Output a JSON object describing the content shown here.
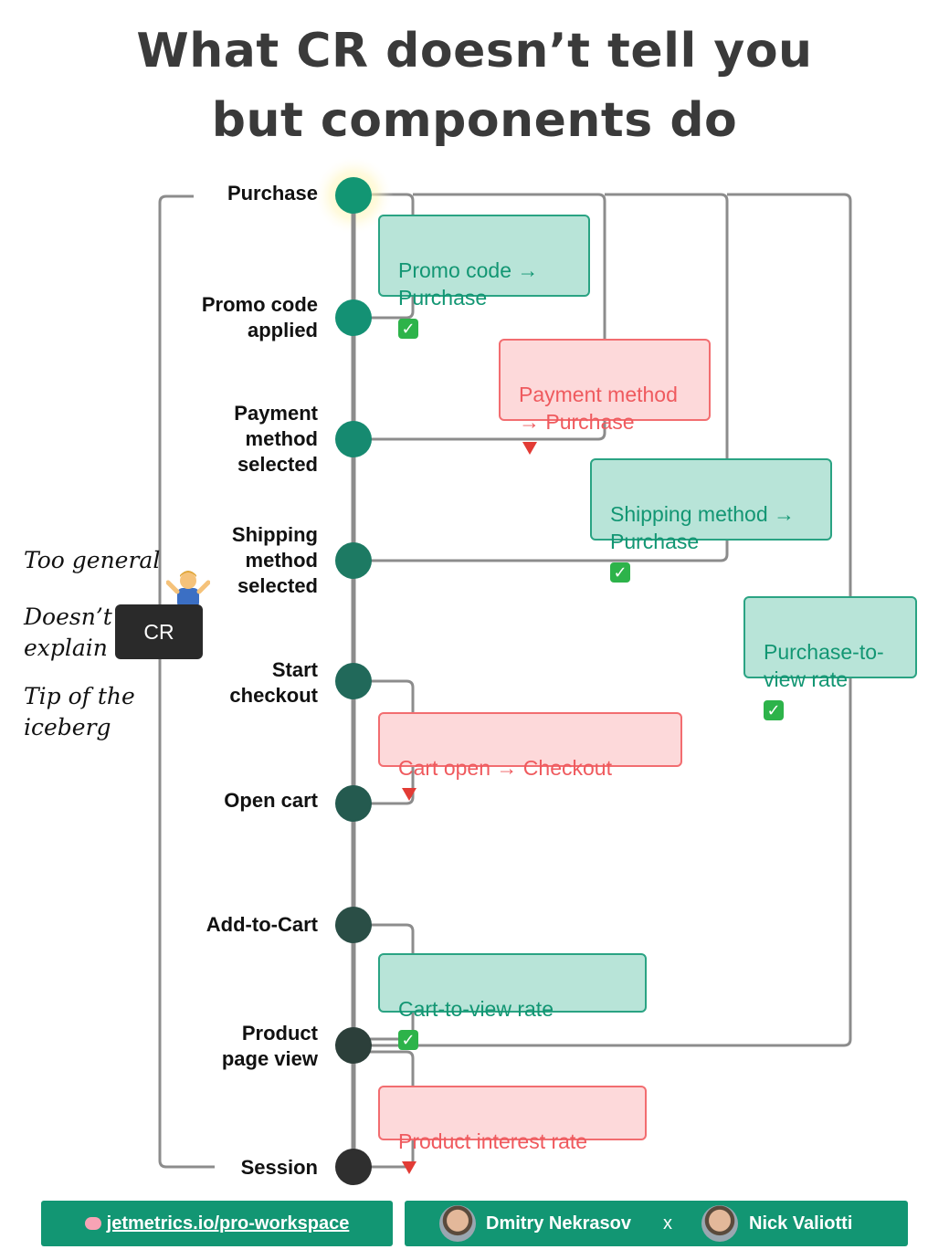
{
  "title": {
    "line1": "What CR doesn’t tell you",
    "line2": "but components do"
  },
  "steps": [
    {
      "label": "Purchase",
      "color": "#129673",
      "highlight": true
    },
    {
      "label": "Promo code\napplied",
      "color": "#149174"
    },
    {
      "label": "Payment\nmethod\nselected",
      "color": "#168a70"
    },
    {
      "label": "Shipping\nmethod\nselected",
      "color": "#1d7a63"
    },
    {
      "label": "Start\ncheckout",
      "color": "#21695a"
    },
    {
      "label": "Open cart",
      "color": "#245a4f"
    },
    {
      "label": "Add-to-Cart",
      "color": "#2a4e46"
    },
    {
      "label": "Product\npage view",
      "color": "#2c3f3a"
    },
    {
      "label": "Session",
      "color": "#2f2f2f"
    }
  ],
  "components": [
    {
      "text": "Promo code →\nPurchase",
      "status": "good"
    },
    {
      "text": "Payment method\n→ Purchase",
      "status": "bad"
    },
    {
      "text": "Shipping method →\nPurchase",
      "status": "good"
    },
    {
      "text": "Purchase-to-\nview rate",
      "status": "good"
    },
    {
      "text": "Cart open → Checkout",
      "status": "bad"
    },
    {
      "text": "Cart-to-view rate",
      "status": "good"
    },
    {
      "text": "Product interest rate",
      "status": "bad"
    }
  ],
  "cr": {
    "label": "CR",
    "notes": [
      "Too general",
      "Doesn’t\nexplain",
      "Tip of the\niceberg"
    ],
    "emoji_icon": "person-shrugging-icon"
  },
  "colors": {
    "good_fill": "#b8e4d8",
    "good_border": "#2aa383",
    "good_text": "#129673",
    "bad_fill": "#fdd9da",
    "bad_border": "#f26d70",
    "bad_text": "#ef5a5e",
    "footer": "#129673",
    "connector": "#8c8c8c"
  },
  "footer": {
    "link_icon": "brain-icon",
    "link_text": "jetmetrics.io/pro-workspace",
    "author1": "Dmitry Nekrasov",
    "separator": "x",
    "author2": "Nick Valiotti"
  }
}
